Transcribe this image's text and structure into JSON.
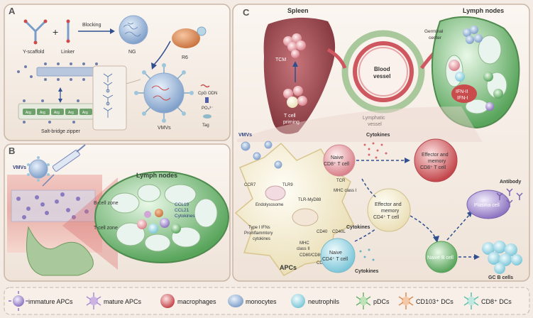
{
  "panel_a": {
    "letter": "A",
    "y_scaffold": "Y-scaffold",
    "plus": "+",
    "linker": "Linker",
    "blocking": "Blocking",
    "ng": "NG",
    "r6": "R6",
    "salt_bridge": "Salt-bridge zipper",
    "arg_label": "Arg",
    "vmvs": "VMVs",
    "legend_cpg": "CpG ODN",
    "legend_po4": "PO₄³⁻",
    "legend_tag": "Tag"
  },
  "panel_b": {
    "letter": "B",
    "vmvs": "VMVs",
    "lymph_nodes": "Lymph nodes",
    "b_cell_zone": "B-cell zone",
    "t_cell_zone": "T-cell zone",
    "ccl19": "CCL19",
    "ccl21": "CCL21",
    "cytokines": "Cytokines"
  },
  "panel_c": {
    "letter": "C",
    "spleen": "Spleen",
    "tcm": "TCM",
    "t_cell_priming_1": "T cell",
    "t_cell_priming_2": "priming",
    "blood_vessel_1": "Blood",
    "blood_vessel_2": "vessel",
    "lymphatic_1": "Lymphatic",
    "lymphatic_2": "vessel",
    "lymph_nodes": "Lymph nodes",
    "germinal_1": "Germinal",
    "germinal_2": "center",
    "ifn_ii": "IFN-II",
    "ifn_i": "IFN-I",
    "vmvs": "VMVs",
    "ccr7": "CCR7",
    "tlr9": "TLR9",
    "endolysosome": "Endolysosome",
    "tlr_myd88": "TLR-MyD88",
    "type_i_ifns": "Type I IFNs",
    "proinflammatory": "Proinflammtory",
    "cytokines_small": "cytokines",
    "apcs": "APCs",
    "mhc_class_i": "MHC class I",
    "mhc_class_ii_1": "MHC",
    "mhc_class_ii_2": "class II",
    "tcr": "TCR",
    "cd40": "CD40",
    "cd40l": "CD40L",
    "cd80_cd86": "CD80/CD86",
    "cd28": "CD28",
    "naive_cd8_1": "Naive",
    "naive_cd8_2": "CD8⁺ T cell",
    "naive_cd4_1": "Naive",
    "naive_cd4_2": "CD4⁺ T cell",
    "cytokines_top": "Cytokines",
    "cytokines_mid": "Cytokines",
    "cytokines_bottom": "Cytokines",
    "effector_cd8_1": "Effector and",
    "effector_cd8_2": "memory",
    "effector_cd8_3": "CD8⁺ T cell",
    "effector_cd4_1": "Effector and",
    "effector_cd4_2": "memory",
    "effector_cd4_3": "CD4⁺ T cell",
    "antibody": "Antibody",
    "plasma_cell": "Plasma cell",
    "naive_b_cell": "Naive B cell",
    "gc_b_cells": "GC B cells"
  },
  "legend": {
    "immature_apcs": "immature APCs",
    "mature_apcs": "mature APCs",
    "macrophages": "macrophages",
    "monocytes": "monocytes",
    "neutrophils": "neutrophils",
    "pdcs": "pDCs",
    "cd103_dcs": "CD103⁺ DCs",
    "cd8_dcs": "CD8⁺ DCs"
  }
}
